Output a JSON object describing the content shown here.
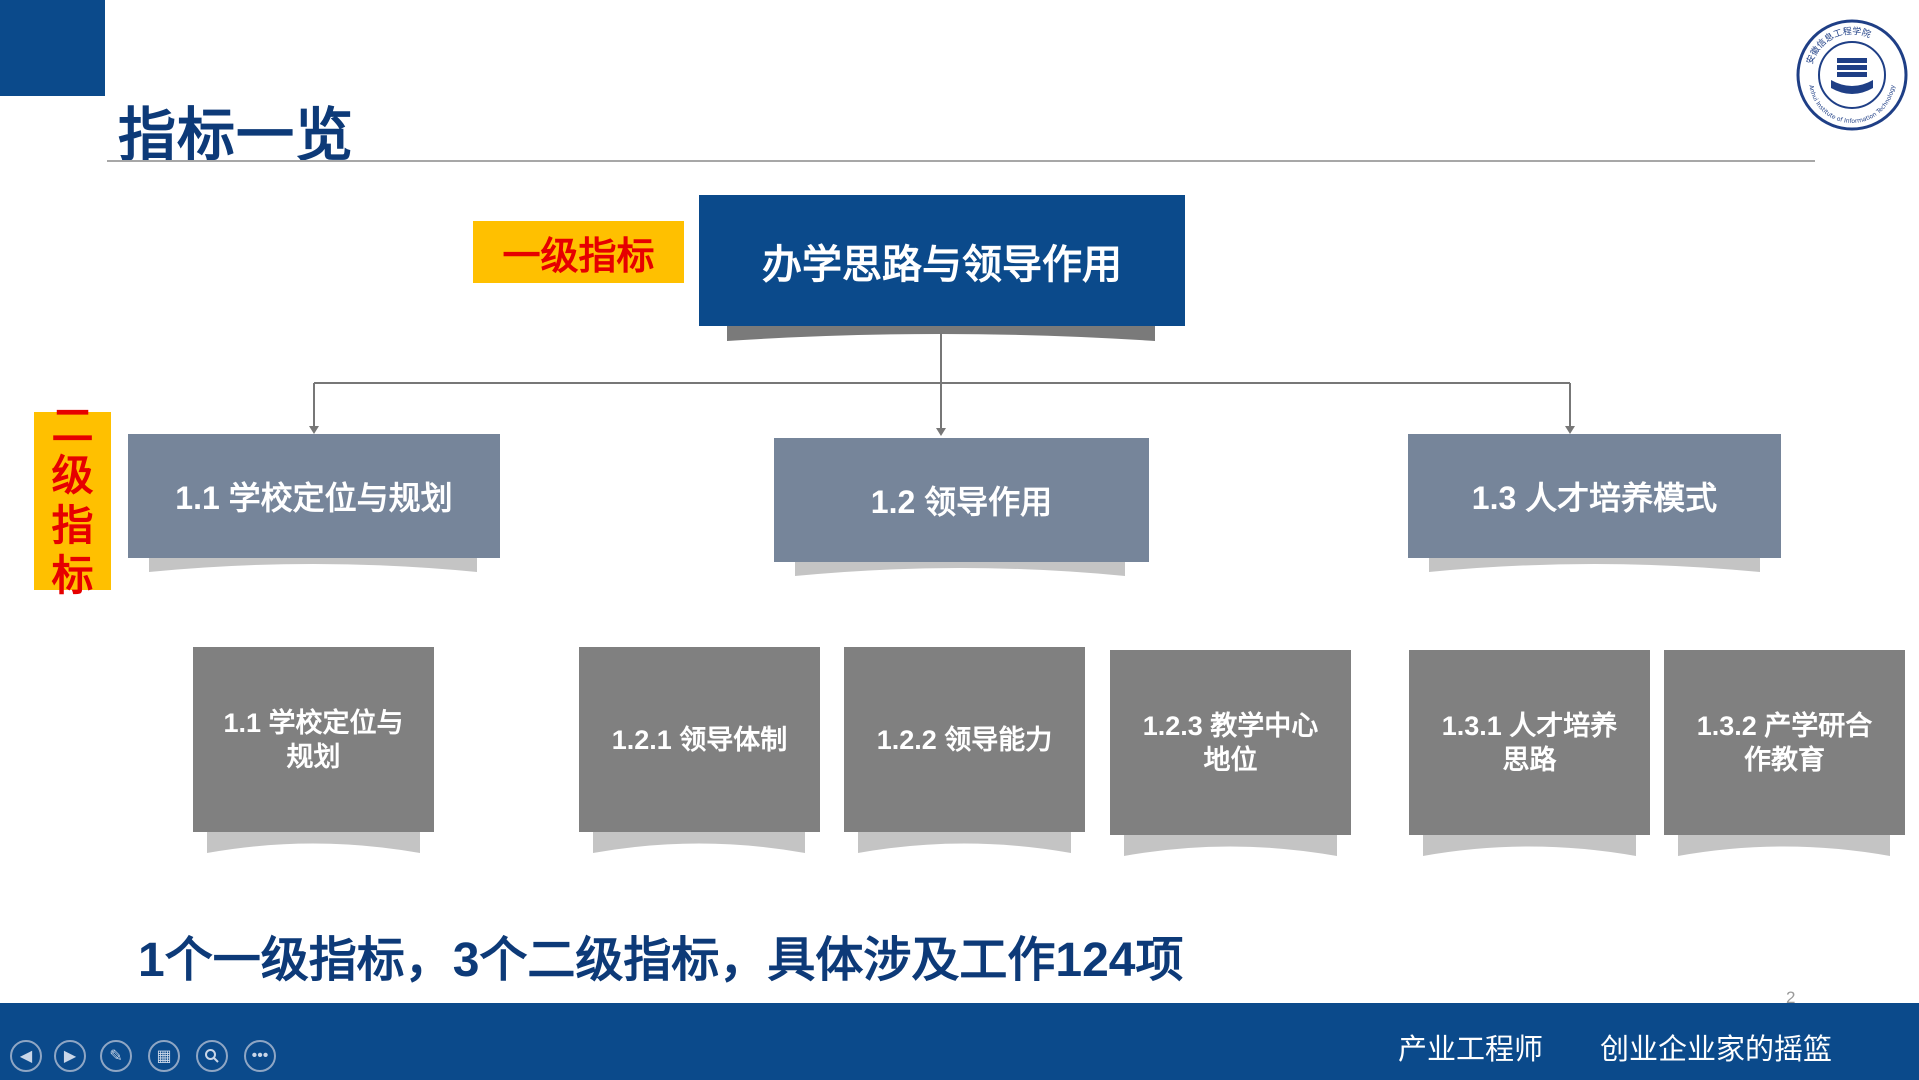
{
  "slide": {
    "title": "指标一览",
    "level1_tag": "一级指标",
    "level2_tag": [
      "二",
      "级",
      "指",
      "标"
    ],
    "level1_box": "办学思路与领导作用",
    "level2_boxes": [
      "1.1 学校定位与规划",
      "1.2 领导作用",
      "1.3 人才培养模式"
    ],
    "level3_boxes": [
      [
        "1.1 学校定位与",
        "规划"
      ],
      [
        "1.2.1 领导体制"
      ],
      [
        "1.2.2 领导能力"
      ],
      [
        "1.2.3 教学中心",
        "地位"
      ],
      [
        "1.3.1 人才培养",
        "思路"
      ],
      [
        "1.3.2 产学研合",
        "作教育"
      ]
    ],
    "summary": "1个一级指标，3个二级指标，具体涉及工作124项",
    "page_number": "2"
  },
  "logo": {
    "text_top": "安徽信息工程学院",
    "text_bottom": "Anhui Institute of Information Technology"
  },
  "footer": {
    "left_text": "产业工程师",
    "right_text": "创业企业家的摇篮"
  },
  "nav": [
    "prev-icon",
    "next-icon",
    "pen-icon",
    "slides-icon",
    "zoom-icon",
    "more-icon"
  ],
  "colors": {
    "primary_blue": "#0b4a8b",
    "tag_yellow": "#ffc000",
    "tag_red": "#e60000",
    "level2_gray_blue": "#76859a",
    "level3_gray": "#808080"
  }
}
